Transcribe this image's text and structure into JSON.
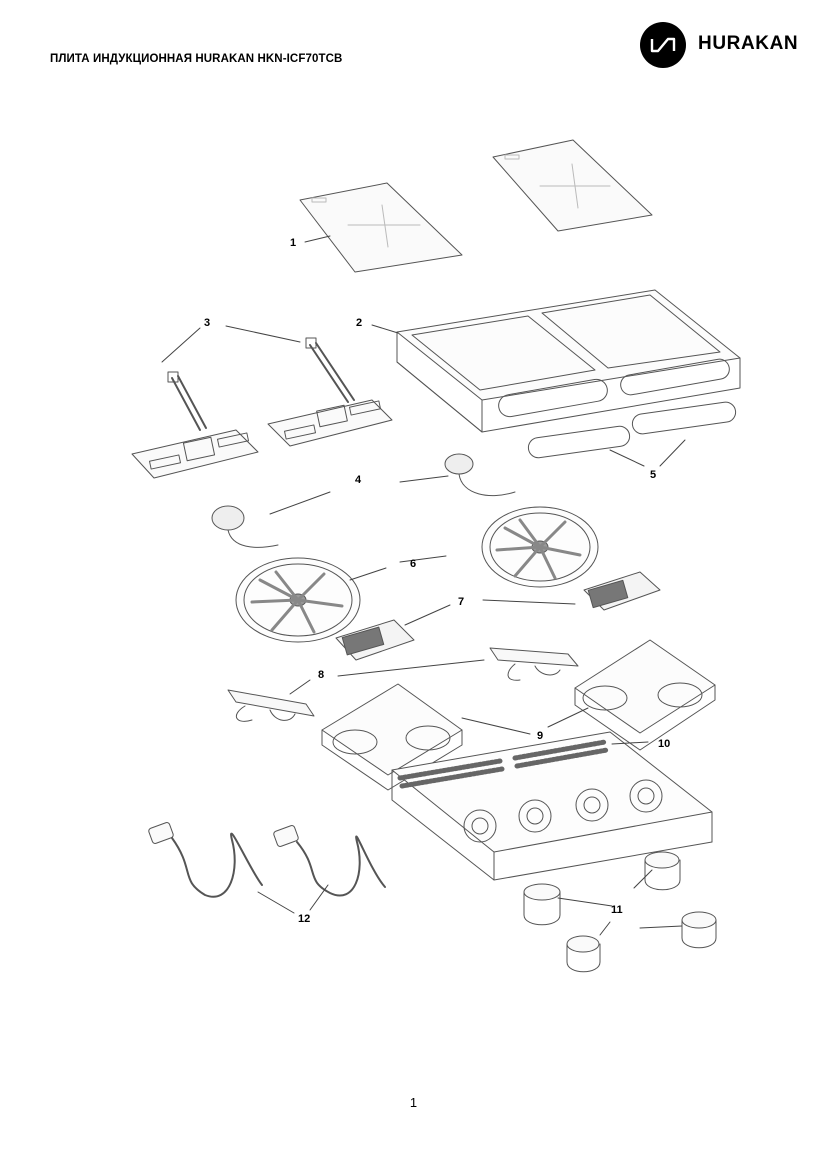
{
  "header": {
    "title": "ПЛИТА ИНДУКЦИОННАЯ HURAKAN HKN-ICF70TCB",
    "brand_name": "HURAKAN",
    "logo_icon": "hurakan-logo-icon"
  },
  "diagram": {
    "callouts": [
      "1",
      "2",
      "3",
      "4",
      "5",
      "6",
      "7",
      "8",
      "9",
      "10",
      "11",
      "12"
    ]
  },
  "footer": {
    "page_number": "1"
  }
}
